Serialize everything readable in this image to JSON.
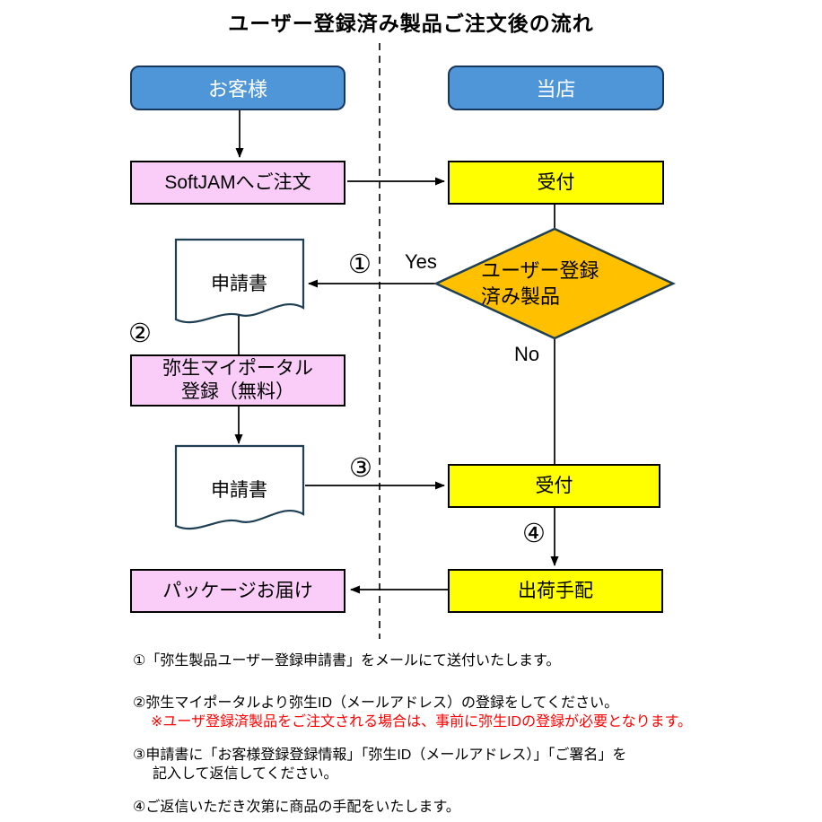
{
  "title": "ユーザー登録済み製品ご注文後の流れ",
  "lanes": {
    "customer": "お客様",
    "store": "当店"
  },
  "nodes": {
    "order": "SoftJAMへご注文",
    "reception1": "受付",
    "decision_line1": "ユーザー登録",
    "decision_line2": "済み製品",
    "doc1": "申請書",
    "portal_line1": "弥生マイポータル",
    "portal_line2": "登録（無料）",
    "doc2": "申請書",
    "reception2": "受付",
    "shipping": "出荷手配",
    "delivery": "パッケージお届け"
  },
  "edge_labels": {
    "yes": "Yes",
    "no": "No"
  },
  "steps": {
    "s1": "①",
    "s2": "②",
    "s3": "③",
    "s4": "④"
  },
  "notes": [
    "①「弥生製品ユーザー登録申請書」をメールにて送付いたします。",
    "②弥生マイポータルより弥生ID（メールアドレス）の登録をしてください。",
    "※ユーザ登録済製品をご注文される場合は、事前に弥生IDの登録が必要となります。",
    "③申請書に「お客様登録登録情報」「弥生ID（メールアドレス）」「ご署名」を",
    "記入して返信してください。",
    "④ご返信いただき次第に商品の手配をいたします。"
  ],
  "colors": {
    "lane_header_fill": "#4E96D8",
    "lane_header_border": "#17375E",
    "process_pink": "#FACCF8",
    "process_yellow": "#FFFF00",
    "decision_orange": "#FFC000",
    "shape_outline_dark": "#1F3F53",
    "note_warning_red": "#FF0000",
    "connector_black": "#000000"
  }
}
